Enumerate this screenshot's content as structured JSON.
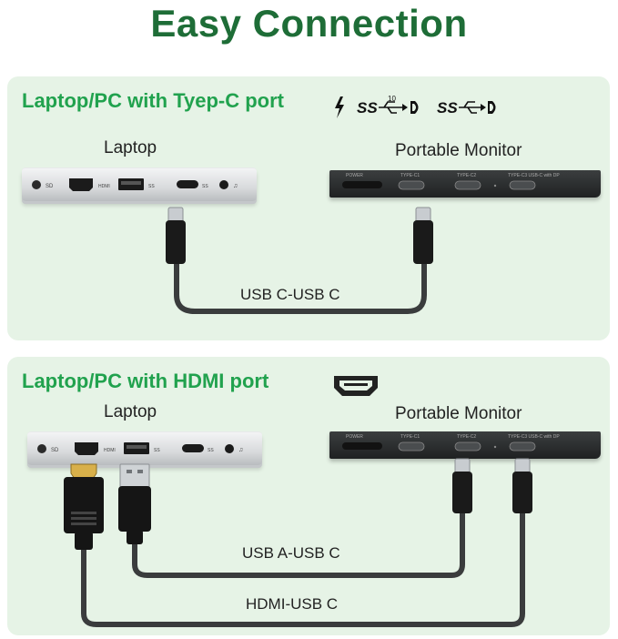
{
  "title": "Easy Connection",
  "section1": {
    "heading": "Laptop/PC with Tyep-C port",
    "ss_number": "10",
    "laptop_label": "Laptop",
    "monitor_label": "Portable Monitor",
    "cable_label": "USB C-USB C"
  },
  "section2": {
    "heading": "Laptop/PC with HDMI port",
    "laptop_label": "Laptop",
    "monitor_label": "Portable Monitor",
    "cable_usb_label": "USB A-USB C",
    "cable_hdmi_label": "HDMI-USB C"
  },
  "laptop_ports": {
    "sd_text": "SD",
    "hdmi_text": "HDMI",
    "ss_text": "SS"
  },
  "monitor_ports": {
    "power": "POWER",
    "type_c1": "TYPE-C1",
    "type_c2": "TYPE-C2",
    "type_c3": "TYPE-C3 USB-C with DP"
  },
  "colors": {
    "title": "#1e6d37",
    "heading": "#21a24e",
    "panel_bg": "#e6f3e6",
    "cable": "#3a3c3d"
  }
}
